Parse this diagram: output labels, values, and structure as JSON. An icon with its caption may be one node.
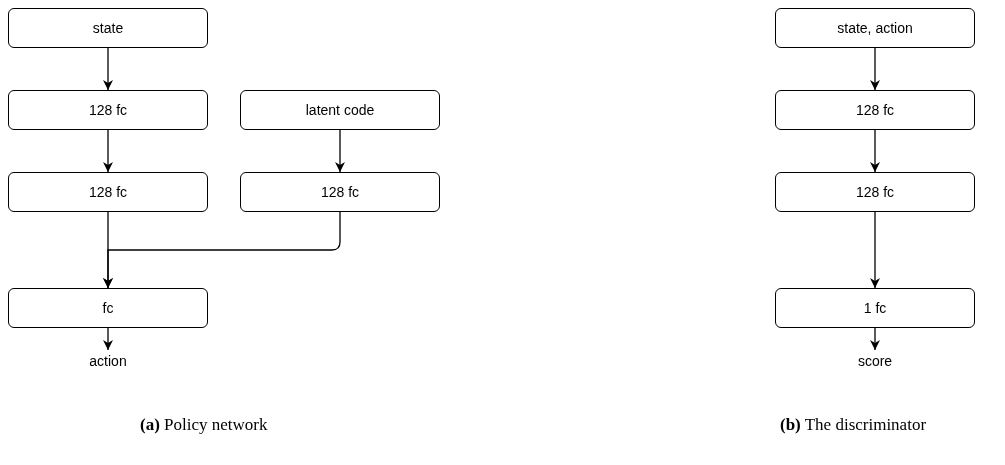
{
  "diagram": {
    "nodes": [
      {
        "text": [
          "state"
        ]
      },
      {
        "text": [
          "128 fc"
        ]
      },
      {
        "text": [
          "128 fc"
        ]
      },
      {
        "text": [
          "latent code"
        ]
      },
      {
        "text": [
          "128 fc"
        ]
      },
      {
        "text": [
          "fc"
        ]
      },
      {
        "text": [
          "action"
        ]
      },
      {
        "text": [
          "state, action"
        ]
      },
      {
        "text": [
          "128 fc"
        ]
      },
      {
        "text": [
          "128 fc"
        ]
      },
      {
        "text": [
          "1 fc"
        ]
      },
      {
        "text": [
          "score"
        ]
      }
    ],
    "edges": [
      {
        "from": 0,
        "to": 1,
        "arrow": "to"
      },
      {
        "from": 1,
        "to": 2,
        "arrow": "to"
      },
      {
        "from": 3,
        "to": 4,
        "arrow": "to"
      },
      {
        "from": 2,
        "to": 5,
        "arrow": "to"
      },
      {
        "from": 4,
        "to": 5,
        "arrow": "to"
      },
      {
        "from": 5,
        "to": 6,
        "arrow": "to"
      },
      {
        "from": 7,
        "to": 8,
        "arrow": "to"
      },
      {
        "from": 8,
        "to": 9,
        "arrow": "to"
      },
      {
        "from": 9,
        "to": 10,
        "arrow": "to"
      },
      {
        "from": 10,
        "to": 11,
        "arrow": "to"
      }
    ],
    "labels": [
      "**(a)** Policy network",
      "**(b)** The discriminator"
    ]
  }
}
